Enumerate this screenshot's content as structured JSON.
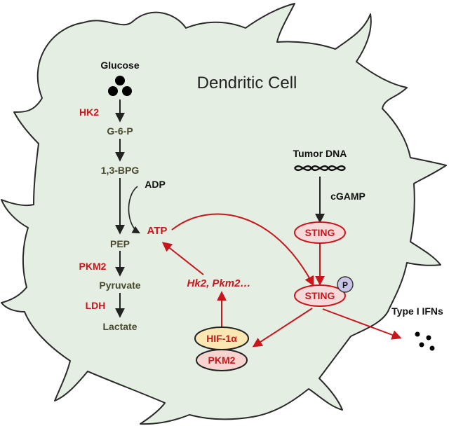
{
  "title": "Dendritic Cell",
  "glycolysis": {
    "glucose": "Glucose",
    "hk2": "HK2",
    "g6p": "G-6-P",
    "bpg": "1,3-BPG",
    "adp": "ADP",
    "atp": "ATP",
    "pep": "PEP",
    "pkm2": "PKM2",
    "pyruvate": "Pyruvate",
    "ldh": "LDH",
    "lactate": "Lactate"
  },
  "sting_pathway": {
    "tumor_dna": "Tumor DNA",
    "cgamp": "cGAMP",
    "sting_1": "STING",
    "sting_2": "STING",
    "phospho": "P",
    "type1_ifns": "Type I IFNs",
    "targets": "Hk2, Pkm2…",
    "hif1a": "HIF-1α",
    "pkm2_complex": "PKM2"
  },
  "colors": {
    "cell_fill": "#e4eee2",
    "cell_stroke": "#2a2a2a",
    "red": "#c8161d",
    "sting_fill": "#f6d9d9",
    "hif_fill": "#fbe7b2",
    "pkm2_fill": "#f7d4cf",
    "phospho_fill": "#c9c4e6"
  }
}
